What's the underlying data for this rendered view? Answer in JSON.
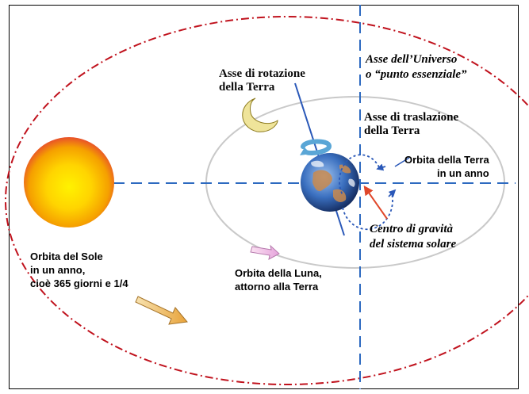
{
  "colors": {
    "sun_orbit": "#c0121d",
    "axis": "#2d6ac0",
    "moon_orbit": "#c9c9c9",
    "earth_axis": "#2a58b8",
    "gravity_arrow": "#e0472a",
    "moon": "#efe49a",
    "sun_outer": "#f0a000",
    "sun_inner": "#ffea00"
  },
  "labels": {
    "earth_rotation_axis": [
      "Asse di rotazione",
      "della Terra"
    ],
    "universe_axis": [
      "Asse dell’Universo",
      "o “punto essenziale”"
    ],
    "translation_axis": [
      "Asse di traslazione",
      "della Terra"
    ],
    "earth_orbit": [
      "Orbita della Terra",
      "in un anno"
    ],
    "gravity_center": [
      "Centro di gravità",
      "del sistema solare"
    ],
    "moon_orbit": [
      "Orbita della Luna,",
      "attorno alla Terra"
    ],
    "sun_orbit": [
      "Orbita del Sole",
      "in un anno,",
      "cioè 365 giorni e 1/4"
    ]
  }
}
